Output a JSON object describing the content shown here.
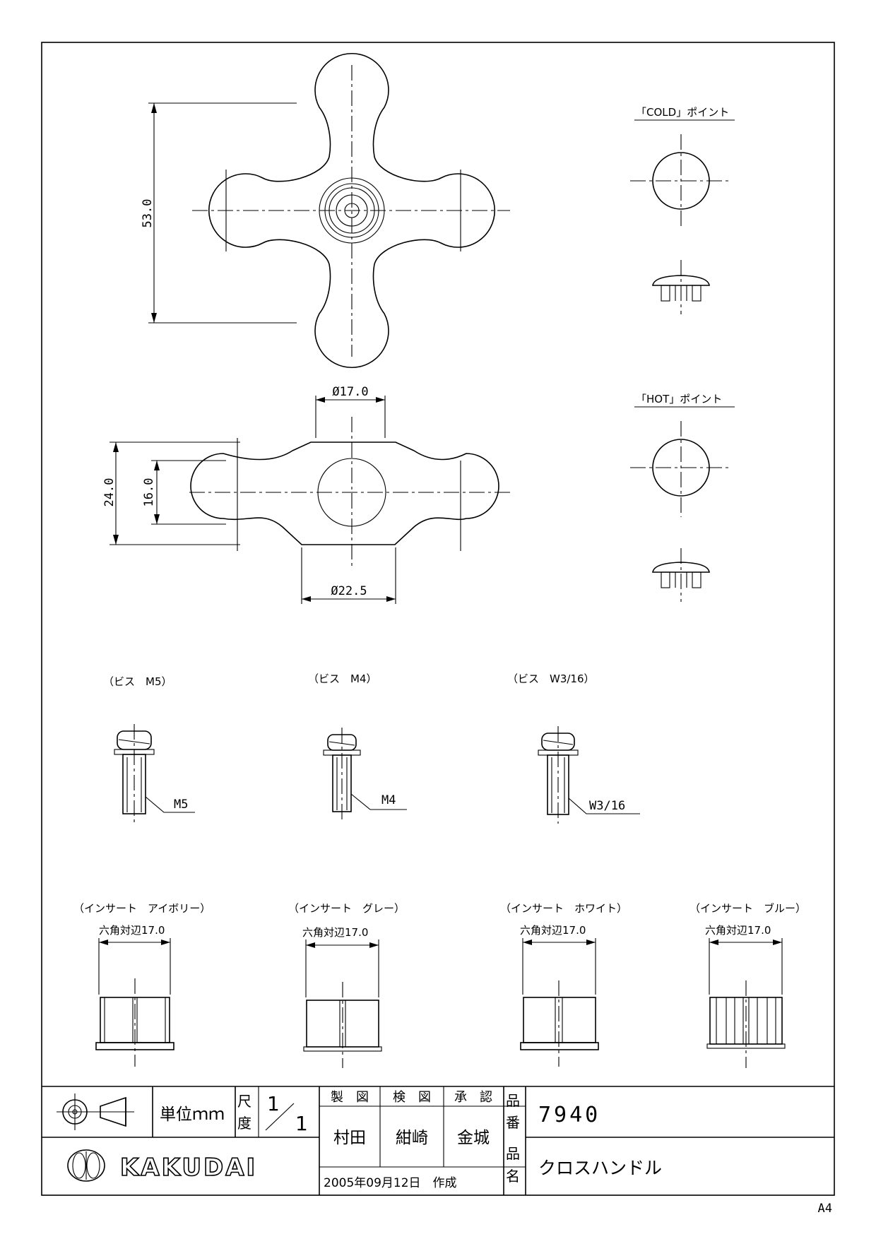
{
  "views": {
    "top_view": {
      "dim_height": "53.0"
    },
    "side_view": {
      "dim_top_diameter": "Ø17.0",
      "dim_bottom_diameter": "Ø22.5",
      "dim_outer_height": "24.0",
      "dim_inner_height": "16.0"
    },
    "cold_point": {
      "label": "「COLD」ポイント"
    },
    "hot_point": {
      "label": "「HOT」ポイント"
    }
  },
  "screws": [
    {
      "title": "（ビス　M5）",
      "callout": "M5"
    },
    {
      "title": "（ビス　M4）",
      "callout": "M4"
    },
    {
      "title": "（ビス　W3/16）",
      "callout": "W3/16"
    }
  ],
  "inserts": [
    {
      "title": "（インサート　アイボリー）",
      "dimension": "六角対辺17.0"
    },
    {
      "title": "（インサート　グレー）",
      "dimension": "六角対辺17.0"
    },
    {
      "title": "（インサート　ホワイト）",
      "dimension": "六角対辺17.0"
    },
    {
      "title": "（インサート　ブルー）",
      "dimension": "六角対辺17.0"
    }
  ],
  "title_block": {
    "unit_label": "単位ｍｍ",
    "scale_label": "尺度",
    "scale_num": "1",
    "scale_den": "1",
    "drawn_label": "製　図",
    "checked_label": "検　図",
    "approved_label": "承　認",
    "drawn_by": "村田",
    "checked_by": "紺崎",
    "approved_by": "金城",
    "date": "2005年09月12日　作成",
    "part_no_label": "品番",
    "part_no": "7940",
    "part_name_label": "品名",
    "part_name": "クロスハンドル",
    "company": "KAKUDAI"
  },
  "paper_size": "A4"
}
